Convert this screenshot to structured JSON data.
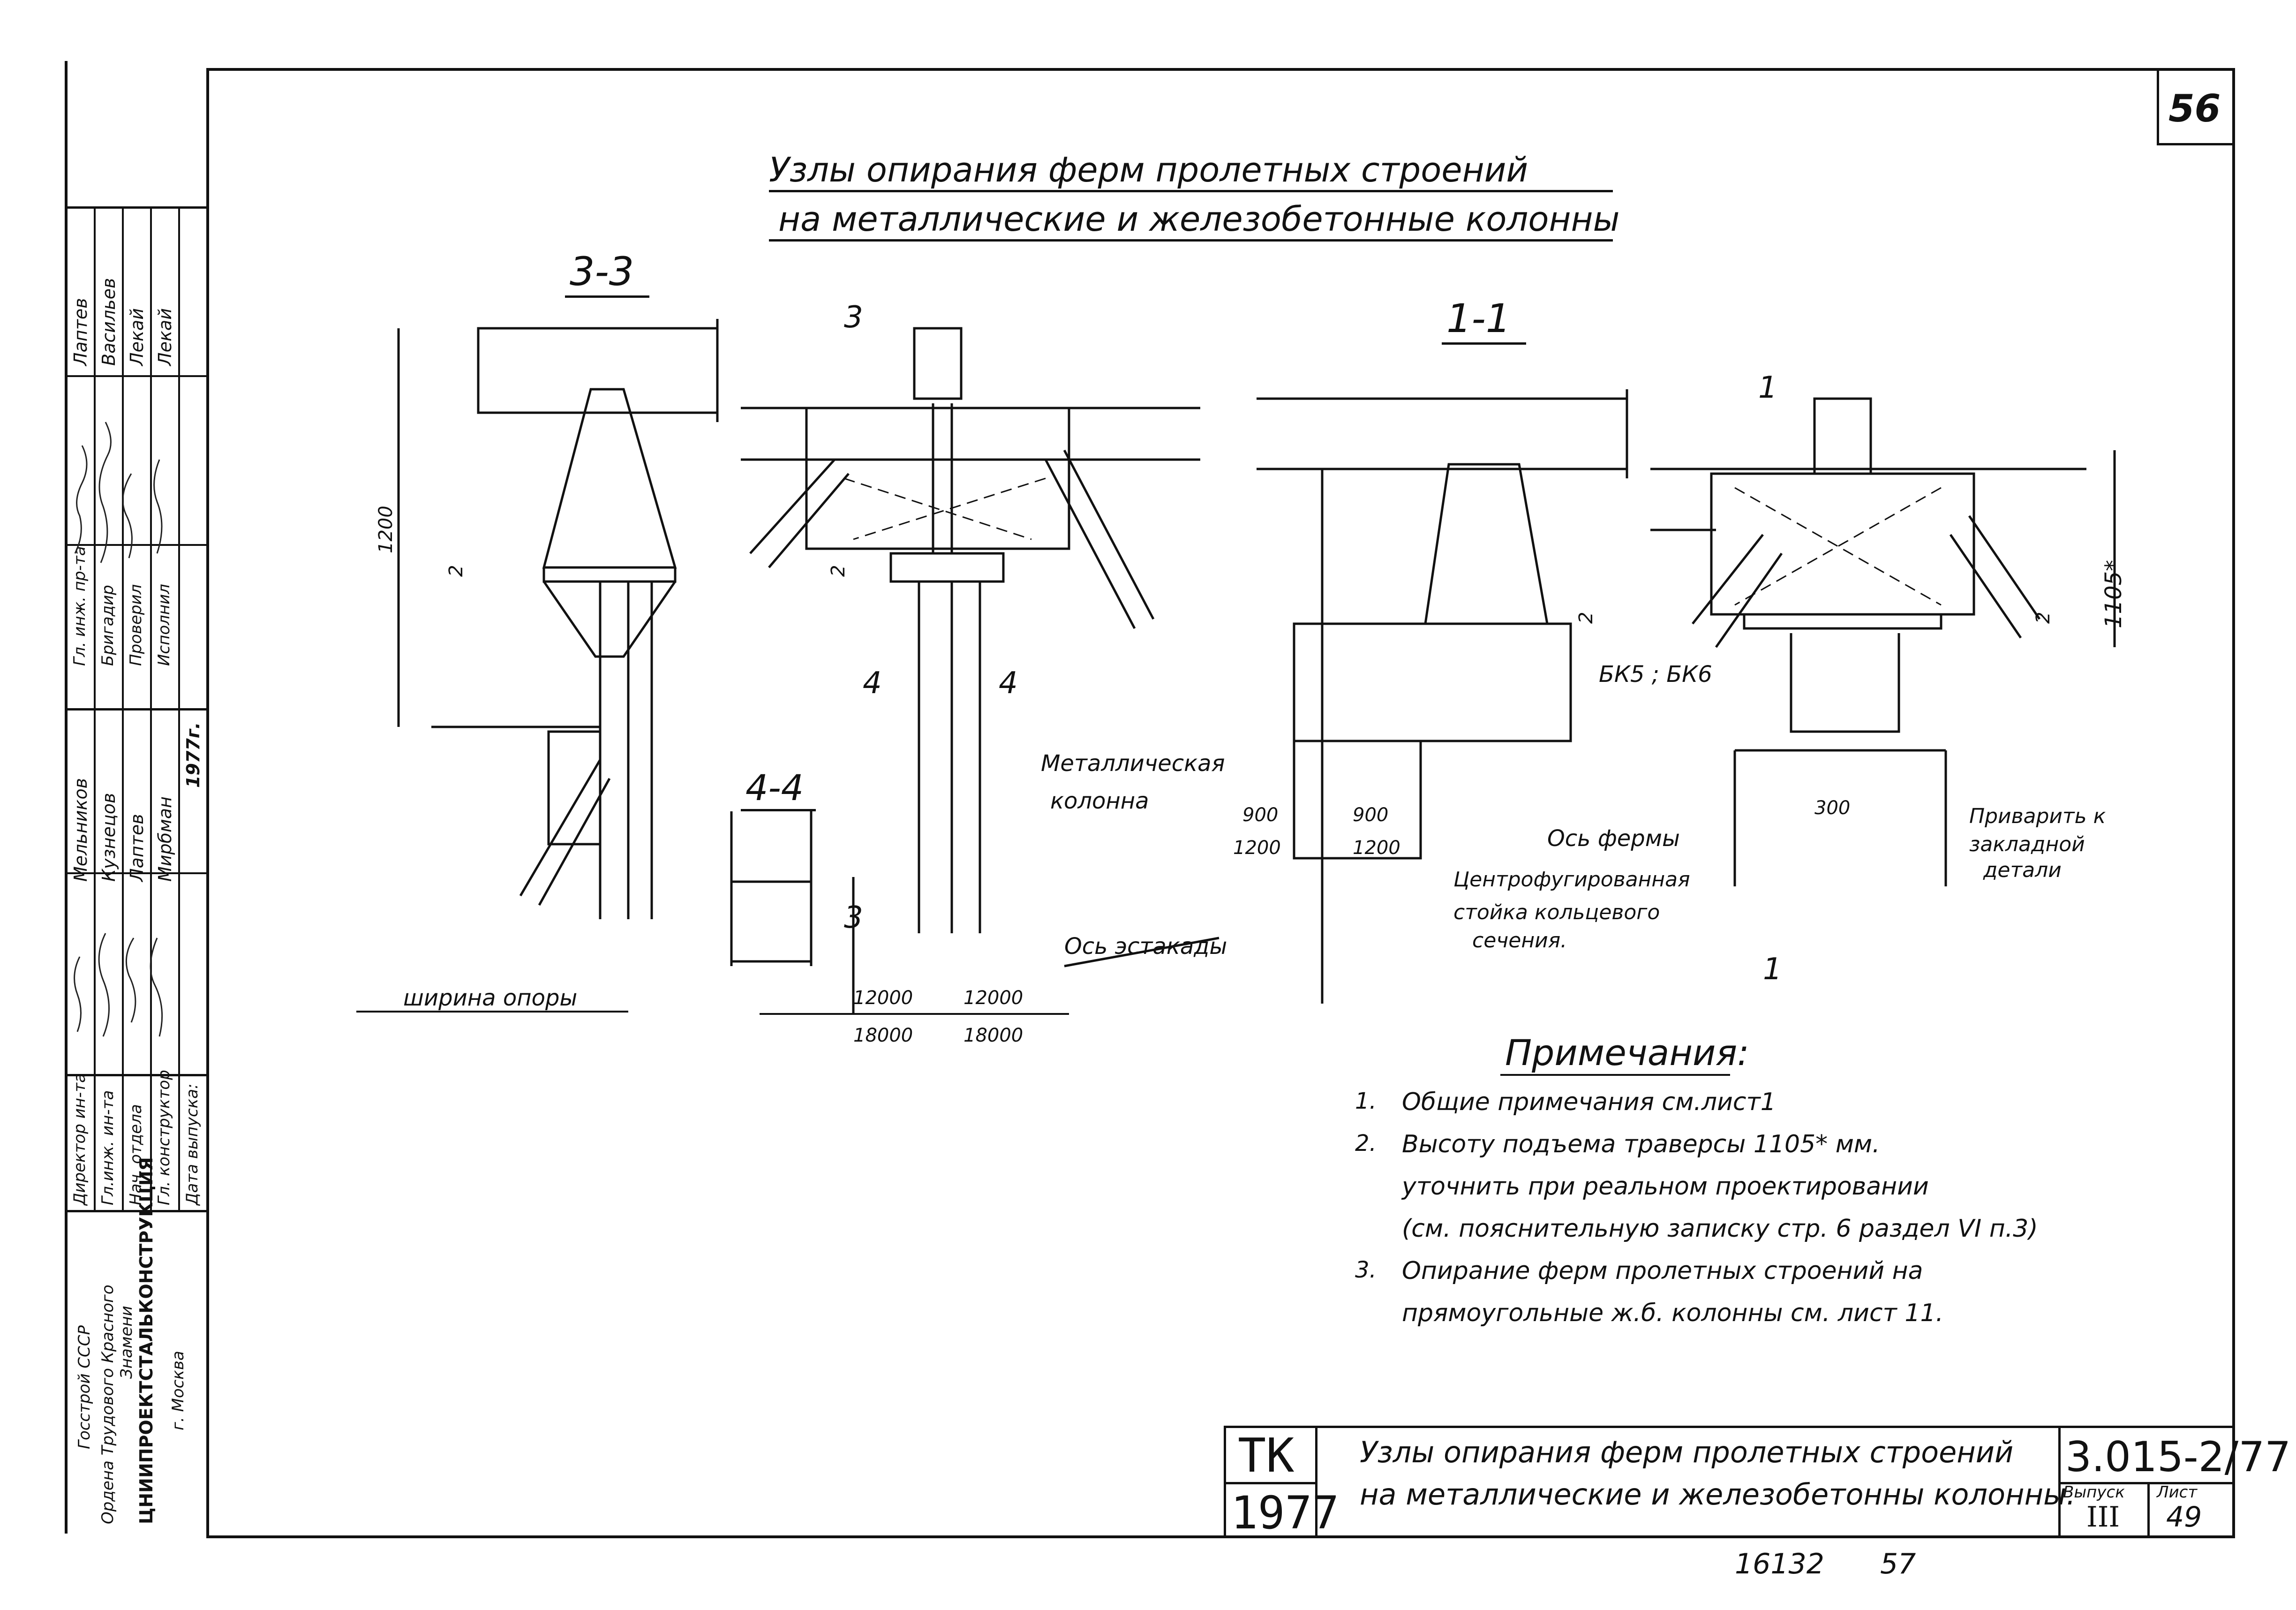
{
  "sheet_number": "56",
  "title": {
    "line1": "Узлы   опирания   ферм  пролетных  строений",
    "line2": "на   металлические  и  железобетонные  колонны"
  },
  "sections": {
    "s33": "3-3",
    "s44": "4-4",
    "s11": "1-1"
  },
  "drawing_labels": {
    "dim_1200_vertical": "1200",
    "weld_2a": "2",
    "weld_2b": "2",
    "weld_2c": "2",
    "weld_2d": "2",
    "cut_3_top": "3",
    "cut_3_bottom": "3",
    "cut_4_left": "4",
    "cut_4_right": "4",
    "cut_1_top": "1",
    "cut_1_bottom": "1",
    "metal_column_l1": "Металлическая",
    "metal_column_l2": "колонна",
    "bk": "БК5 ; БК6",
    "dim_1105": "1105*",
    "dim_900_a": "900",
    "dim_900_b": "900",
    "dim_1200_a": "1200",
    "dim_1200_b": "1200",
    "truss_axis": "Ось фермы",
    "centrifuged_l1": "Центрофугированная",
    "centrifuged_l2": "стойка кольцевого",
    "centrifuged_l3": "сечения.",
    "dim_300": "300",
    "weld_to_l1": "Приварить к",
    "weld_to_l2": "закладной",
    "weld_to_l3": "детали",
    "overpass_axis": "Ось эстакады",
    "support_width": "ширина опоры",
    "dim_12000_a": "12000",
    "dim_12000_b": "12000",
    "dim_18000_a": "18000",
    "dim_18000_b": "18000"
  },
  "notes": {
    "heading": "Примечания:",
    "items": [
      {
        "num": "1.",
        "lines": [
          "Общие  примечания  см.лист1"
        ]
      },
      {
        "num": "2.",
        "lines": [
          "Высоту  подъема  траверсы  1105* мм.",
          "уточнить   при  реальном  проектировании",
          "(см. пояснительную  записку  стр. 6 раздел VI п.3)"
        ]
      },
      {
        "num": "3.",
        "lines": [
          "Опирание  ферм  пролетных  строений  на",
          "прямоугольные  ж.б.  колонны  см. лист 11."
        ]
      }
    ]
  },
  "left_stamp": {
    "org_l1": "Госстрой СССР",
    "org_l2": "Ордена  Трудового  Красного",
    "org_l3": "Знамени",
    "org_l4": "ЦНИИПРОЕКТСТАЛЬКОНСТРУКЦИЯ",
    "org_l5": "г. Москва",
    "roles": [
      "Директор ин-та",
      "Гл.инж. ин-та",
      "Нач. отдела",
      "Гл. конструктор",
      "Дата выпуска:"
    ],
    "names_a": [
      "Мельников",
      "Кузнецов",
      "Лаптев",
      "Мирбман",
      "1977г."
    ],
    "roles_b": [
      "Гл. инж. пр-та",
      "Бригадир",
      "Проверил",
      "Исполнил"
    ],
    "names_b": [
      "Лаптев",
      "Васильев",
      "Лекай",
      "Лекай"
    ]
  },
  "title_block": {
    "org_mark_top": "ТК",
    "org_mark_year": "1977",
    "desc_l1": "Узлы  опирания  ферм  пролетных строений",
    "desc_l2": "на  металлические  и  железобетонны  колонны.",
    "code": "3.015-2/77",
    "issue_label": "Выпуск",
    "issue_value": "III",
    "sheet_label": "Лист",
    "sheet_value": "49"
  },
  "bottom_numbers": {
    "a": "16132",
    "b": "57"
  }
}
